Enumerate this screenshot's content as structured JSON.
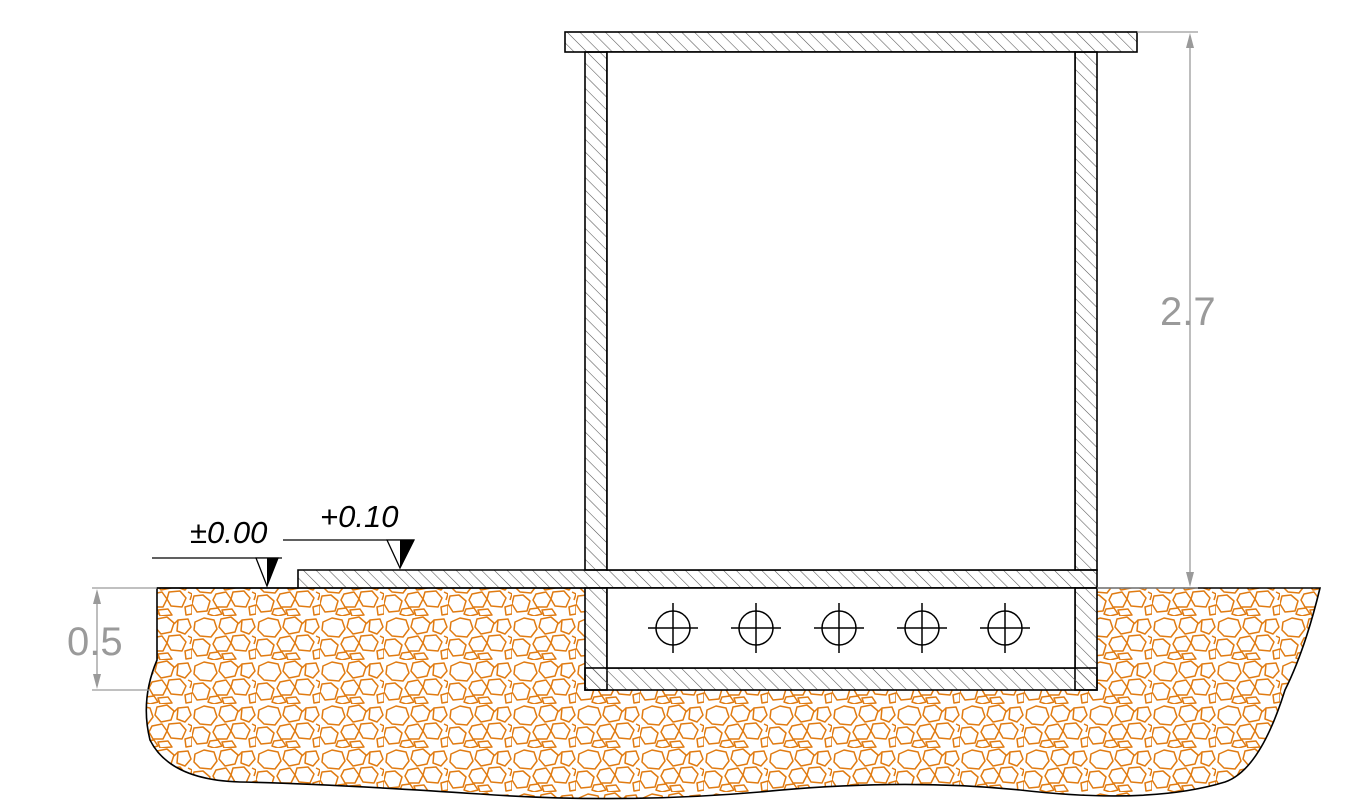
{
  "dimensions": {
    "height": "2.7",
    "depth": "0.5"
  },
  "levels": {
    "ground": "±0.00",
    "floor": "+0.10"
  },
  "colors": {
    "soil": "#e07b12",
    "outline": "#000000",
    "hatch": "#555555",
    "dimension": "#9a9a9a"
  },
  "pipe_count": 5
}
